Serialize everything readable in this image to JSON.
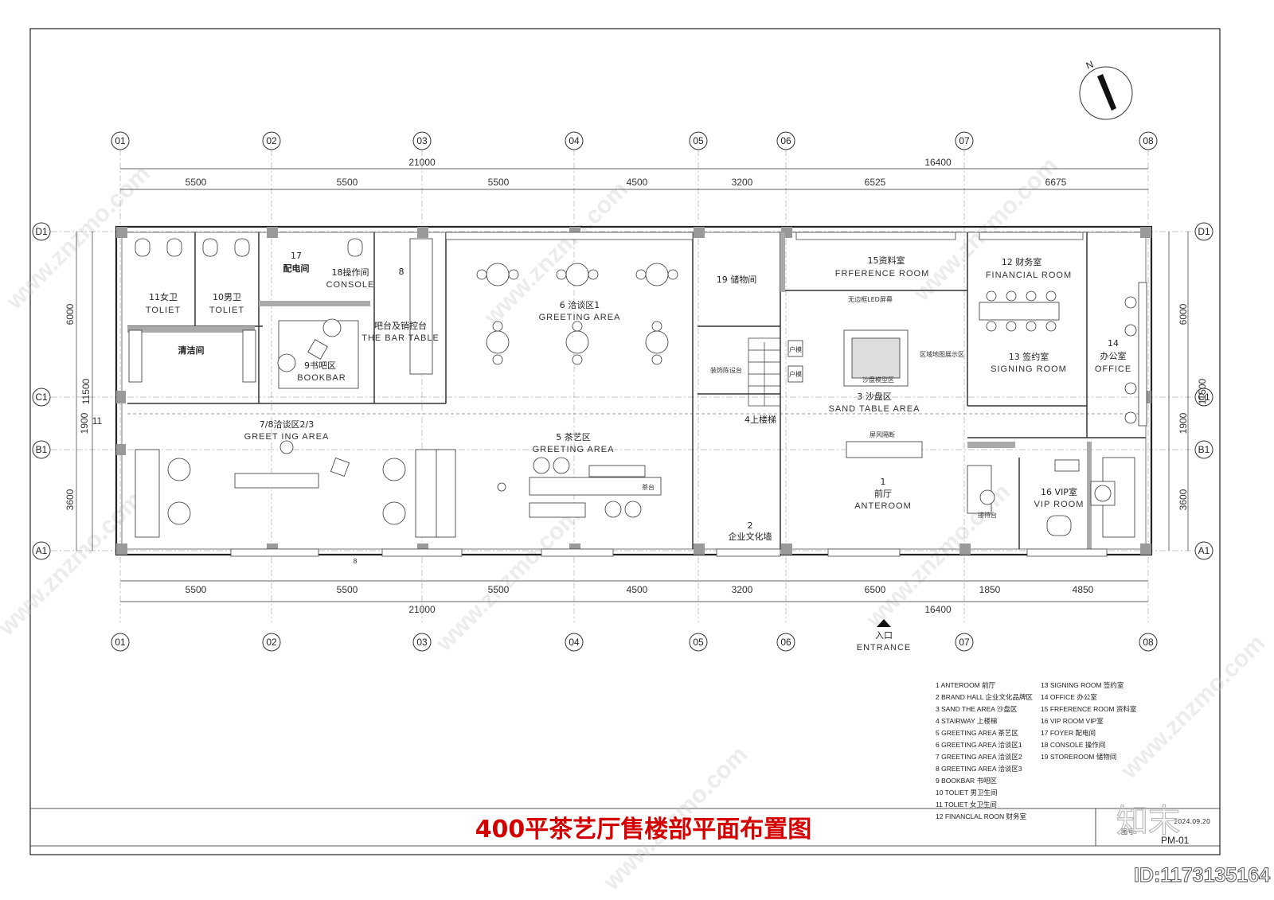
{
  "title": "400平茶艺厅售楼部平面布置图",
  "drawing_no_label": "图号:",
  "drawing_no": "PM-01",
  "date": "2024.09.20",
  "watermark_id": "ID:1173135164",
  "logo_text": "知末",
  "watermark_site": "www.znzmo.com",
  "north_mark": "N",
  "entrance_cn": "入口",
  "entrance_en": "ENTRANCE",
  "grid_cols": [
    "01",
    "02",
    "03",
    "04",
    "05",
    "06",
    "07",
    "08"
  ],
  "grid_rows": [
    "D1",
    "C1",
    "B1",
    "A1"
  ],
  "top_dims_total": [
    "21000",
    "16400"
  ],
  "top_dims": [
    "5500",
    "5500",
    "5500",
    "4500",
    "3200",
    "6525",
    "6675"
  ],
  "bottom_dims": [
    "5500",
    "5500",
    "5500",
    "4500",
    "3200",
    "6500",
    "1850",
    "4850"
  ],
  "bottom_dims_total": [
    "21000",
    "16400"
  ],
  "left_dims": [
    "6000",
    "1900",
    "3600"
  ],
  "left_total": "11500",
  "left_extra": "11",
  "right_dims": [
    "6000",
    "1900",
    "3600"
  ],
  "right_total": "11500",
  "bottom_mark": "8",
  "rooms": {
    "r17": {
      "num": "17",
      "cn": "配电间"
    },
    "r18": {
      "cn": "18操作间",
      "en": "CONSOLE"
    },
    "r8": {
      "num": "8"
    },
    "r11": {
      "cn": "11女卫",
      "en": "TOLIET"
    },
    "r10": {
      "cn": "10男卫",
      "en": "TOLIET"
    },
    "clean": {
      "cn": "清洁间"
    },
    "r9": {
      "cn": "9书吧区",
      "en": "BOOKBAR"
    },
    "bar": {
      "cn": "吧台及销控台",
      "en": "THE BAR TABLE"
    },
    "r6": {
      "cn": "6 洽谈区1",
      "en": "GREETING AREA"
    },
    "r19": {
      "cn": "19 储物间"
    },
    "r15": {
      "cn": "15资料室",
      "en": "FRFERENCE ROOM"
    },
    "r12": {
      "cn": "12 财务室",
      "en": "FINANCIAL ROOM"
    },
    "r13": {
      "cn": "13 签约室",
      "en": "SIGNING ROOM"
    },
    "r14": {
      "num": "14",
      "cn": "办公室",
      "en": "OFFICE"
    },
    "r3": {
      "cn": "3 沙盘区",
      "en": "SAND TABLE AREA"
    },
    "r4": {
      "cn": "4上楼梯"
    },
    "r78": {
      "cn": "7/8洽谈区2/3",
      "en": "GREET ING AREA"
    },
    "r5": {
      "cn": "5 茶艺区",
      "en": "GREETING AREA"
    },
    "r1": {
      "num": "1",
      "cn": "前厅",
      "en": "ANTEROOM"
    },
    "r2": {
      "num": "2",
      "cn": "企业文化墙"
    },
    "r16": {
      "cn": "16 VIP室",
      "en": "VIP ROOM"
    },
    "rec": {
      "cn": "接待台"
    },
    "led": {
      "cn": "无边框LED屏幕"
    },
    "map": {
      "cn": "区域地图展示区"
    },
    "sandmodel": {
      "cn": "沙盘模型区"
    },
    "screen": {
      "cn": "屏风隔断"
    },
    "display": {
      "cn": "装饰陈设台"
    },
    "box1": {
      "cn": "户模"
    },
    "box2": {
      "cn": "户模"
    },
    "tea": {
      "cn": "茶台"
    }
  },
  "legend_left": [
    "1   ANTEROOM  前厅",
    "2   BRAND HALL 企业文化品牌区",
    "3   SAND THE AREA 沙盘区",
    "4   STAIRWAY 上楼梯",
    "5   GREETING AREA 茶艺区",
    "6   GREETING AREA  洽谈区1",
    "7   GREETING AREA  洽谈区2",
    "8   GREETING AREA  洽谈区3",
    "9   BOOKBAR  书吧区",
    "10  TOLIET  男卫生间",
    "11  TOLIET  女卫生间",
    "12  FINANCLAL ROON 财务室"
  ],
  "legend_right": [
    "13 SIGNING ROOM 签约室",
    "14 OFFICE 办公室",
    "15 FRFERENCE ROOM 资料室",
    "16 VIP ROOM VIP室",
    "17 FOYER 配电间",
    "18 CONSOLE 操作间",
    "19 STOREROOM 储物间"
  ]
}
